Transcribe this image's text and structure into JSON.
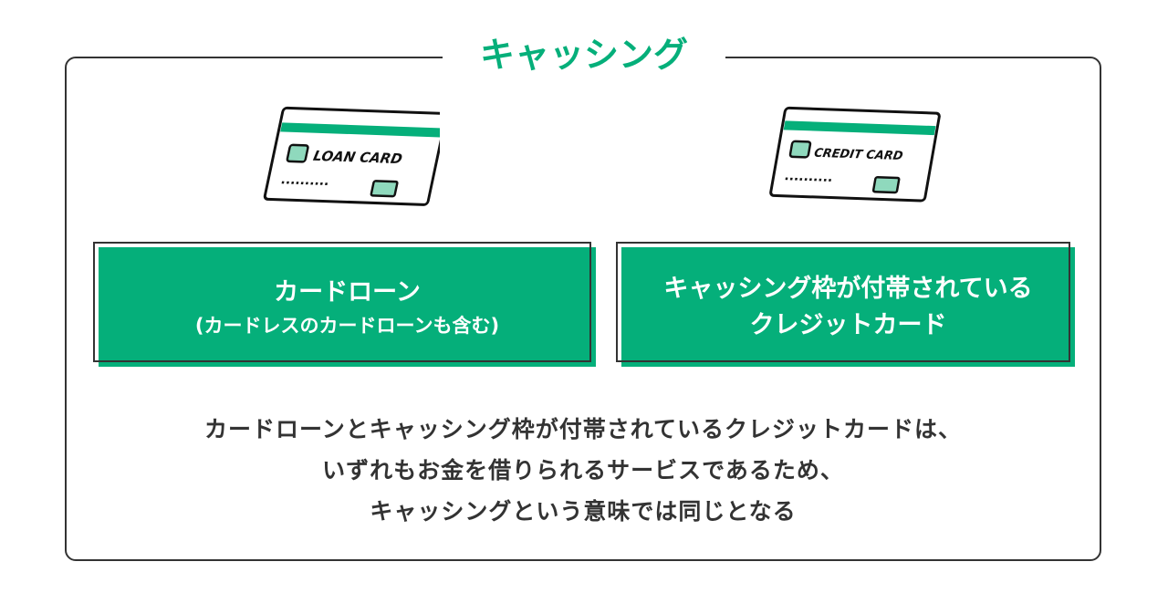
{
  "title": "キャッシング",
  "cards": [
    {
      "card_label": "LOAN CARD",
      "box_line1": "カードローン",
      "box_line2": "(カードレスのカードローンも含む)"
    },
    {
      "card_label": "CREDIT CARD",
      "box_line1": "キャッシング枠が付帯されている",
      "box_line2": "クレジットカード"
    }
  ],
  "description": [
    "カードローンとキャッシング枠が付帯されているクレジットカードは、",
    "いずれもお金を借りられるサービスであるため、",
    "キャッシングという意味では同じとなる"
  ],
  "colors": {
    "accent": "#05AF7A",
    "outline": "#333333"
  }
}
